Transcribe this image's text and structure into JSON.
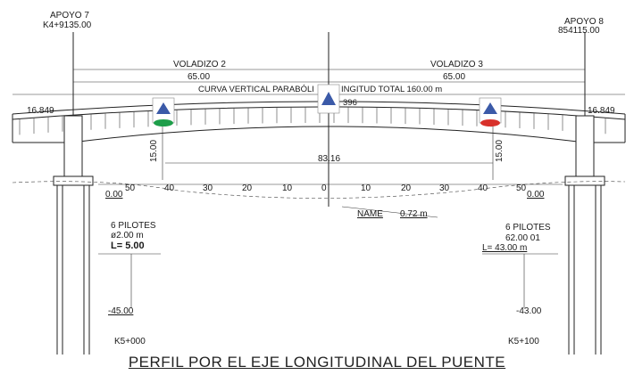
{
  "supports": {
    "left": {
      "name": "APOYO 7",
      "station": "K4+9135.00"
    },
    "right": {
      "name": "APOYO 8",
      "station": "854115.00"
    }
  },
  "spans": {
    "left": {
      "label": "VOLADIZO 2",
      "length": "65.00"
    },
    "right": {
      "label": "VOLADIZO 3",
      "length": "65.00"
    }
  },
  "curve_label": "CURVA VERTICAL PARABÓLI",
  "length_label": "INGITUD TOTAL 160.00 m",
  "center_mark": "396",
  "deck_level_left": "16.849",
  "deck_level_right": "16.849",
  "pier_height_left": "15.00",
  "pier_height_right": "15.00",
  "mid_dimension": "83.16",
  "scale_ticks": [
    "50",
    "40",
    "30",
    "20",
    "10",
    "0",
    "10",
    "20",
    "30",
    "40",
    "50"
  ],
  "ground_left": "0.00",
  "ground_right": "0.00",
  "name_label": "NAME",
  "name_value": "0.72 m",
  "piles_left": {
    "count": "6 PILOTES",
    "diameter": "ø2.00 m",
    "length": "L= 5.00",
    "depth": "-45.00",
    "station": "K5+000"
  },
  "piles_right": {
    "count": "6 PILOTES",
    "diameter": "62.00 01",
    "length": "L= 43.00 m",
    "depth": "-43.00",
    "station": "K5+100"
  },
  "title": "PERFIL POR EL EJE LONGITUDINAL DEL PUENTE",
  "colors": {
    "marker_green": "#1e9e4a",
    "marker_red": "#d8312b",
    "marker_blue": "#3b5aa8",
    "line": "#222222"
  }
}
